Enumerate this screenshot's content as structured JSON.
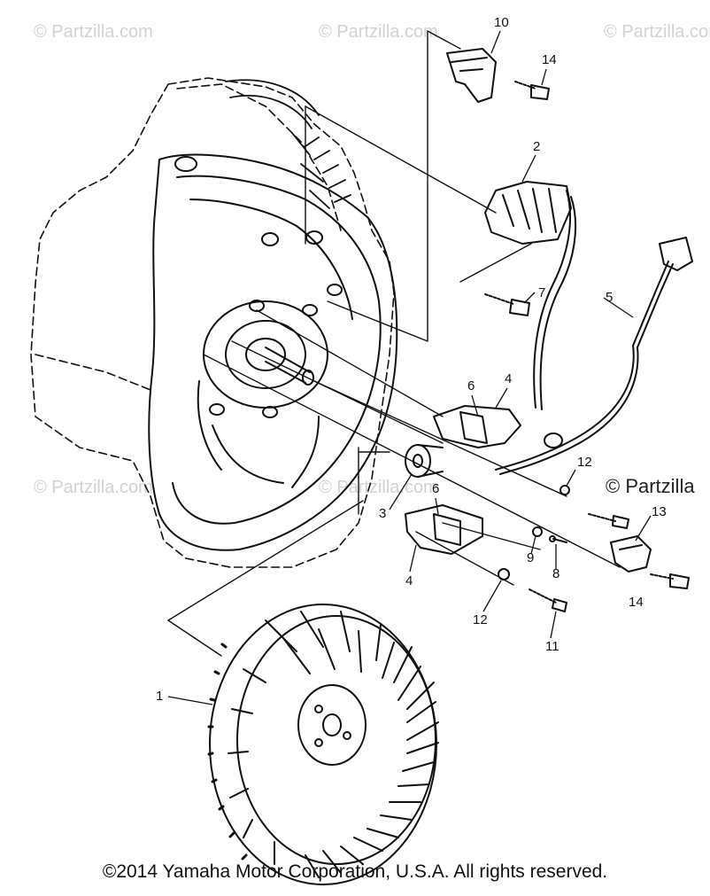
{
  "watermarks": [
    "© Partzilla.com",
    "© Partzilla.com",
    "© Partzilla.com",
    "© Partzilla.com",
    "© Partzilla.com"
  ],
  "stamp": "© Partzilla",
  "callouts": {
    "c1": "1",
    "c2": "2",
    "c3": "3",
    "c4a": "4",
    "c4b": "4",
    "c5": "5",
    "c6a": "6",
    "c6b": "6",
    "c7": "7",
    "c8": "8",
    "c9": "9",
    "c10": "10",
    "c11": "11",
    "c12a": "12",
    "c12b": "12",
    "c13": "13",
    "c14a": "14",
    "c14b": "14"
  },
  "copyright": "©2014 Yamaha Motor Corporation, U.S.A. All rights reserved."
}
